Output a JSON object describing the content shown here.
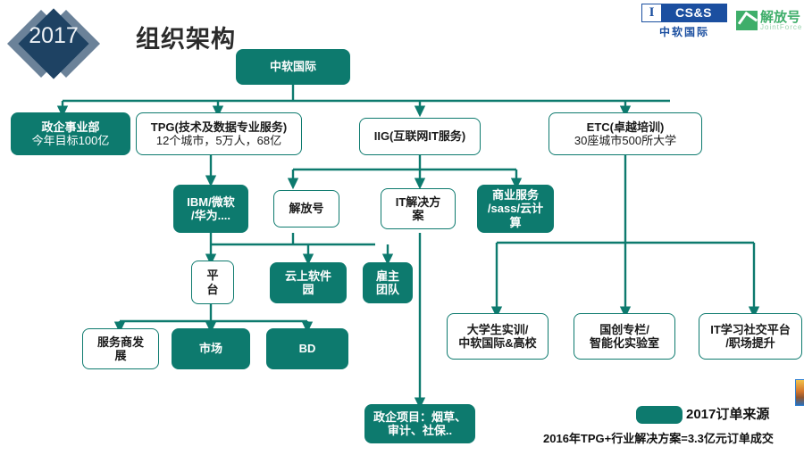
{
  "header": {
    "year": "2017",
    "title": "组织架构"
  },
  "logos": {
    "csands": {
      "mark_letter": "I",
      "wordmark": "CS&S",
      "chinese": "中软国际"
    },
    "jointforce": {
      "chinese": "解放号",
      "english": "JointForce"
    }
  },
  "nodes": [
    {
      "id": "root",
      "lines": [
        "中软国际"
      ],
      "style": "filled",
      "bold": [
        true
      ]
    },
    {
      "id": "gov",
      "lines": [
        "政企事业部",
        "今年目标100亿"
      ],
      "style": "filled",
      "bold": [
        true,
        false
      ]
    },
    {
      "id": "tpg",
      "lines": [
        "TPG(技术及数据专业服务)",
        "12个城市，5万人，68亿"
      ],
      "style": "outline",
      "bold": [
        true,
        false
      ]
    },
    {
      "id": "iig",
      "lines": [
        "IIG(互联网IT服务)"
      ],
      "style": "outline",
      "bold": [
        true
      ]
    },
    {
      "id": "etc",
      "lines": [
        "ETC(卓越培训)",
        "30座城市500所大学"
      ],
      "style": "outline",
      "bold": [
        true,
        false
      ]
    },
    {
      "id": "ibm",
      "lines": [
        "IBM/微软",
        "/华为...."
      ],
      "style": "filled",
      "bold": [
        true,
        true
      ]
    },
    {
      "id": "jfh",
      "lines": [
        "解放号"
      ],
      "style": "outline",
      "bold": [
        true
      ]
    },
    {
      "id": "itsol",
      "lines": [
        "IT解决方",
        "案"
      ],
      "style": "outline",
      "bold": [
        true,
        true
      ]
    },
    {
      "id": "biz",
      "lines": [
        "商业服务",
        "/sass/云计",
        "算"
      ],
      "style": "filled",
      "bold": [
        true,
        true,
        true
      ]
    },
    {
      "id": "plat",
      "lines": [
        "平",
        "台"
      ],
      "style": "outline",
      "bold": [
        true,
        true
      ]
    },
    {
      "id": "cloud",
      "lines": [
        "云上软件",
        "园"
      ],
      "style": "filled",
      "bold": [
        true,
        true
      ]
    },
    {
      "id": "emp",
      "lines": [
        "雇主",
        "团队"
      ],
      "style": "filled",
      "bold": [
        true,
        true
      ]
    },
    {
      "id": "svc",
      "lines": [
        "服务商发",
        "展"
      ],
      "style": "outline",
      "bold": [
        true,
        true
      ]
    },
    {
      "id": "mkt",
      "lines": [
        "市场"
      ],
      "style": "filled",
      "bold": [
        true
      ]
    },
    {
      "id": "bd",
      "lines": [
        "BD"
      ],
      "style": "filled",
      "bold": [
        true
      ]
    },
    {
      "id": "univ",
      "lines": [
        "大学生实训/",
        "中软国际&高校"
      ],
      "style": "outline",
      "bold": [
        true,
        true
      ]
    },
    {
      "id": "gc",
      "lines": [
        "国创专栏/",
        "智能化实验室"
      ],
      "style": "outline",
      "bold": [
        true,
        true
      ]
    },
    {
      "id": "itlearn",
      "lines": [
        "IT学习社交平台",
        "/职场提升"
      ],
      "style": "outline",
      "bold": [
        true,
        true
      ]
    },
    {
      "id": "govproj",
      "lines": [
        "政企项目：烟草、",
        "审计、社保.."
      ],
      "style": "filled",
      "bold": [
        true,
        true
      ]
    }
  ],
  "legend": {
    "swatch_color": "#0d7a6e",
    "title": "2017订单来源",
    "note": "2016年TPG+行业解决方案=3.3亿元订单成交"
  },
  "colors": {
    "teal": "#0d7a6e",
    "navy": "#1e4263",
    "steel": "#6b8299",
    "brand_blue": "#1b4fa0",
    "brand_green": "#3fae6a"
  }
}
